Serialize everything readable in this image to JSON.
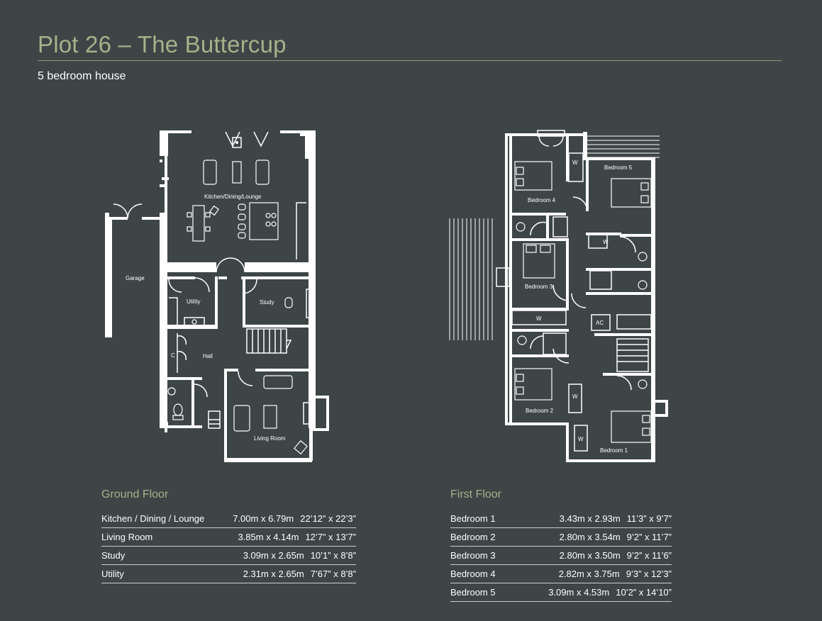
{
  "header": {
    "title": "Plot 26 – The Buttercup",
    "subtitle": "5 bedroom house"
  },
  "ground_floor_plan": {
    "labels": {
      "kitchen": "Kitchen/Dining/Lounge",
      "garage": "Garage",
      "utility": "Utility",
      "study": "Study",
      "hall": "Hall",
      "cupboard": "C",
      "living": "Living Room"
    }
  },
  "first_floor_plan": {
    "labels": {
      "bed1": "Bedroom 1",
      "bed2": "Bedroom 2",
      "bed3": "Bedroom 3",
      "bed4": "Bedroom 4",
      "bed5": "Bedroom 5",
      "wardrobe": "W",
      "airing": "AC"
    }
  },
  "ground_floor": {
    "heading": "Ground Floor",
    "rooms": [
      {
        "name": "Kitchen / Dining  / Lounge",
        "metric": "7.00m x 6.79m",
        "imperial": "22’12” x 22’3”"
      },
      {
        "name": "Living Room",
        "metric": "3.85m x 4.14m",
        "imperial": "12’7” x 13’7”"
      },
      {
        "name": "Study",
        "metric": "3.09m x 2.65m",
        "imperial": "10’1” x 8’8”"
      },
      {
        "name": "Utility",
        "metric": "2.31m x 2.65m",
        "imperial": "7’67” x 8’8”"
      }
    ]
  },
  "first_floor": {
    "heading": "First Floor",
    "rooms": [
      {
        "name": "Bedroom 1",
        "metric": "3.43m x 2.93m",
        "imperial": "11’3” x 9’7”"
      },
      {
        "name": "Bedroom 2",
        "metric": "2.80m x 3.54m",
        "imperial": "9’2” x 11’7”"
      },
      {
        "name": "Bedroom 3",
        "metric": "2.80m x 3.50m",
        "imperial": "9’2” x 11’6”"
      },
      {
        "name": "Bedroom 4",
        "metric": "2.82m x 3.75m",
        "imperial": "9’3” x 12’3”"
      },
      {
        "name": "Bedroom 5",
        "metric": "3.09m x 4.53m",
        "imperial": "10’2” x 14’10”"
      }
    ]
  },
  "colors": {
    "background": "#3d4546",
    "accent": "#a4b28a",
    "text": "#ffffff"
  }
}
